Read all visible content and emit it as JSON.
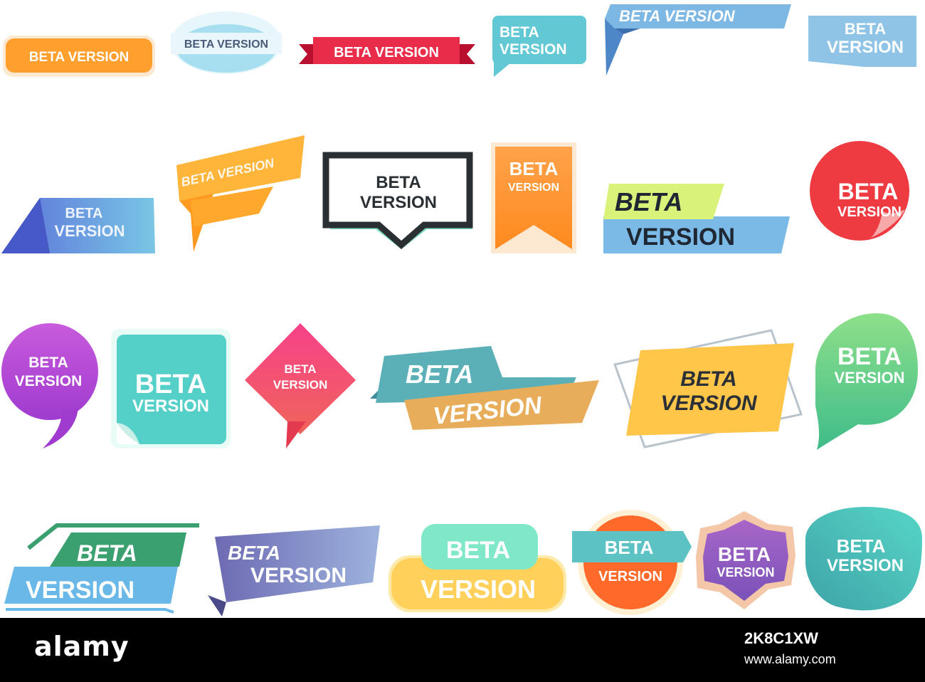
{
  "badges": {
    "b1": {
      "text": "BETA VERSION"
    },
    "b2": {
      "text": "BETA VERSION"
    },
    "b3": {
      "text": "BETA VERSION"
    },
    "b4": {
      "line1": "BETA",
      "line2": "VERSION"
    },
    "b5": {
      "text": "BETA VERSION"
    },
    "b6": {
      "line1": "BETA",
      "line2": "VERSION"
    },
    "b7": {
      "line1": "BETA",
      "line2": "VERSION"
    },
    "b8": {
      "text": "BETA VERSION"
    },
    "b9": {
      "line1": "BETA",
      "line2": "VERSION"
    },
    "b10": {
      "line1": "BETA",
      "line2": "VERSION"
    },
    "b11": {
      "line1": "BETA",
      "line2": "VERSION"
    },
    "b12": {
      "line1": "BETA",
      "line2": "VERSION"
    },
    "b13": {
      "line1": "BETA",
      "line2": "VERSION"
    },
    "b14": {
      "line1": "BETA",
      "line2": "VERSION"
    },
    "b15": {
      "line1": "BETA",
      "line2": "VERSION"
    },
    "b16": {
      "line1": "BETA",
      "line2": "VERSION"
    },
    "b17": {
      "line1": "BETA",
      "line2": "VERSION"
    },
    "b18": {
      "line1": "BETA",
      "line2": "VERSION"
    },
    "b19": {
      "line1": "BETA",
      "line2": "VERSION"
    },
    "b20": {
      "line1": "BETA",
      "line2": "VERSION"
    },
    "b21": {
      "line1": "BETA",
      "line2": "VERSION"
    },
    "b22": {
      "line1": "BETA",
      "line2": "VERSION"
    },
    "b23": {
      "line1": "BETA",
      "line2": "VERSION"
    },
    "b24": {
      "line1": "BETA",
      "line2": "VERSION"
    }
  },
  "footer": {
    "brand": "alamy",
    "image_id": "2K8C1XW",
    "site": "www.alamy.com"
  }
}
